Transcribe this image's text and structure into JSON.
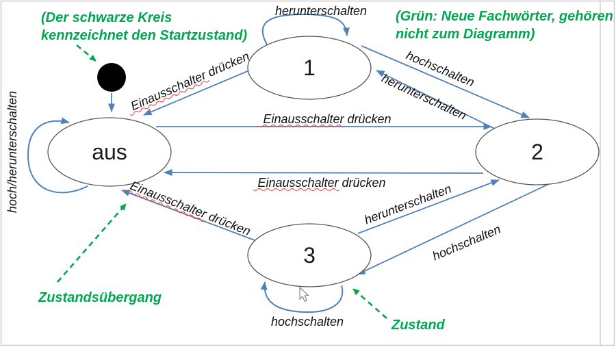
{
  "diagram_type": "state-machine",
  "colors": {
    "arrow_blue": "#4f81bd",
    "annotation_green": "#00a650",
    "squiggle_red": "#e8463c",
    "state_stroke": "#555555",
    "start_dot": "#000000",
    "border_gray": "#c9c9c9"
  },
  "states": {
    "aus": "aus",
    "gear1": "1",
    "gear2": "2",
    "gear3": "3"
  },
  "transitions": {
    "self_1": "herunterschalten",
    "self_3": "hochschalten",
    "self_aus": "hoch/herunterschalten",
    "t_1_aus": "Einausschalter drücken",
    "t_aus_2": "Einausschalter drücken",
    "t_2_aus": "Einausschalter drücken",
    "t_3_aus": "Einausschalter drücken",
    "t_1_2": "hochschalten",
    "t_2_1": "herunterschalten",
    "t_3_2": "herunterschalten",
    "t_2_3": "hochschalten"
  },
  "annotations": {
    "start_note_line1": "(Der schwarze Kreis",
    "start_note_line2": "kennzeichnet den Startzustand)",
    "legend_line1": "(Grün: Neue Fachwörter, gehören",
    "legend_line2": "nicht zum Diagramm)",
    "transition_term": "Zustandsübergang",
    "state_term": "Zustand"
  },
  "icons": {
    "start_dot": "start-state-dot",
    "cursor": "mouse-cursor"
  }
}
